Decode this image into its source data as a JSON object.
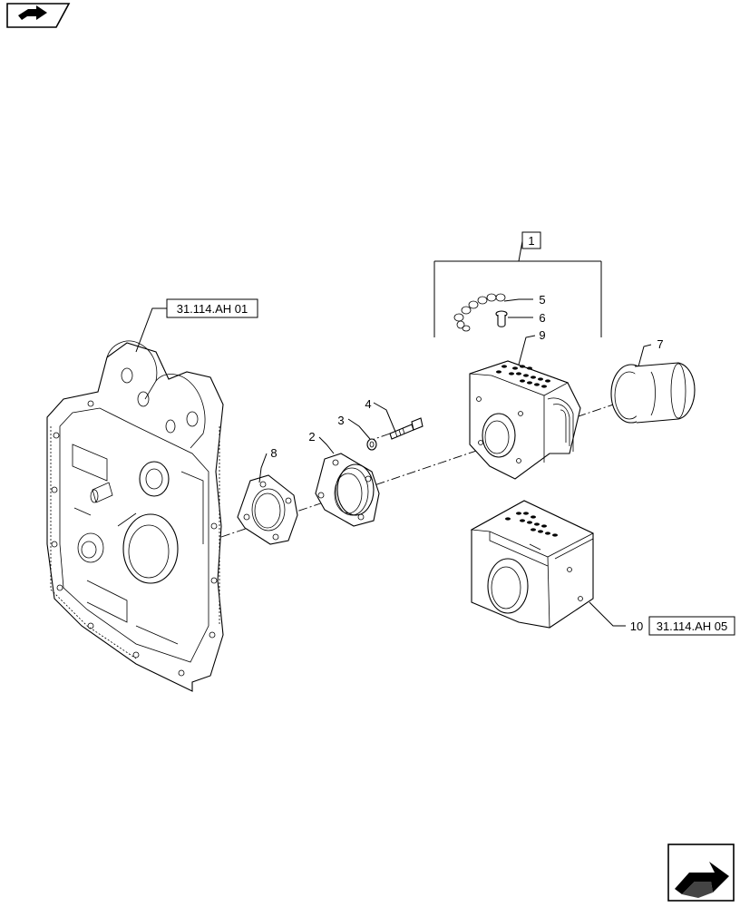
{
  "diagram": {
    "references": {
      "upper_left": "31.114.AH 01",
      "lower_right": "31.114.AH 05"
    },
    "callouts": {
      "kit": "1",
      "c2": "2",
      "c3": "3",
      "c4": "4",
      "c5": "5",
      "c6": "6",
      "c7": "7",
      "c8": "8",
      "c9": "9",
      "c10": "10"
    }
  },
  "icons": {
    "top_left": "view-arrow-icon",
    "bottom_right": "next-page-arrow-icon"
  }
}
